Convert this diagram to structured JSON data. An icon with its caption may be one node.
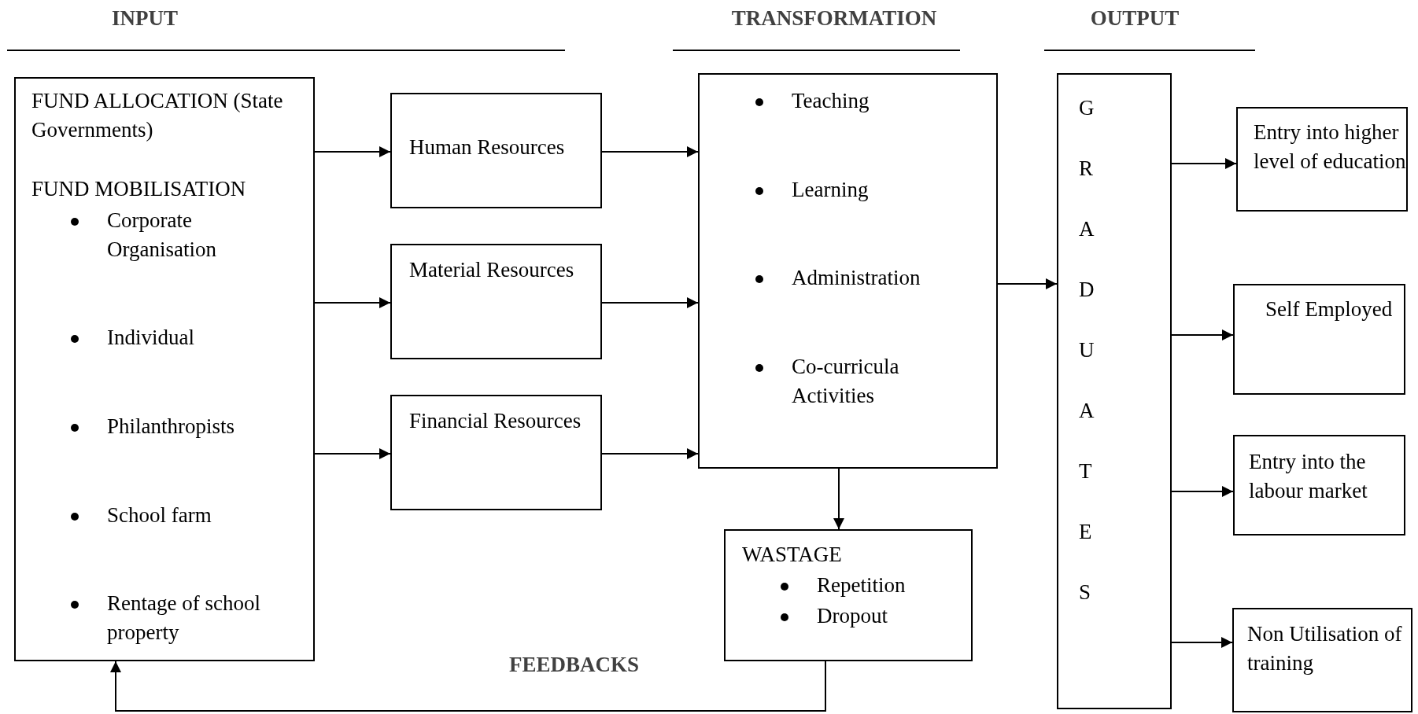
{
  "diagram": {
    "nodes": [
      {
        "text": [
          "FUND ALLOCATION (State Governments)",
          "FUND MOBILISATION",
          "Corporate Organisation",
          "Individual",
          "Philanthropists",
          "School farm",
          "Rentage of school property"
        ]
      },
      {
        "text": [
          "Human Resources"
        ]
      },
      {
        "text": [
          "Material Resources"
        ]
      },
      {
        "text": [
          "Financial Resources"
        ]
      },
      {
        "text": [
          "Teaching",
          "Learning",
          "Administration",
          "Co-curricula Activities"
        ]
      },
      {
        "text": [
          "WASTAGE",
          "Repetition",
          "Dropout"
        ]
      },
      {
        "text": [
          "GRADUATES"
        ]
      },
      {
        "text": [
          "Entry into higher level of education"
        ]
      },
      {
        "text": [
          "Self Employed"
        ]
      },
      {
        "text": [
          "Entry into the labour market"
        ]
      },
      {
        "text": [
          "Non Utilisation of training"
        ]
      }
    ],
    "edges": [
      {
        "from": 0,
        "to": 1,
        "arrow": "to"
      },
      {
        "from": 0,
        "to": 2,
        "arrow": "to"
      },
      {
        "from": 0,
        "to": 3,
        "arrow": "to"
      },
      {
        "from": 1,
        "to": 4,
        "arrow": "to"
      },
      {
        "from": 2,
        "to": 4,
        "arrow": "to"
      },
      {
        "from": 3,
        "to": 4,
        "arrow": "to"
      },
      {
        "from": 4,
        "to": 6,
        "arrow": "to"
      },
      {
        "from": 4,
        "to": 5,
        "arrow": "to"
      },
      {
        "from": 6,
        "to": 7,
        "arrow": "to"
      },
      {
        "from": 6,
        "to": 8,
        "arrow": "to"
      },
      {
        "from": 6,
        "to": 9,
        "arrow": "to"
      },
      {
        "from": 6,
        "to": 10,
        "arrow": "to"
      },
      {
        "from": 5,
        "to": 0,
        "arrow": "to"
      }
    ],
    "labels": [
      "INPUT",
      "TRANSFORMATION",
      "OUTPUT",
      "FEEDBACKS"
    ]
  }
}
